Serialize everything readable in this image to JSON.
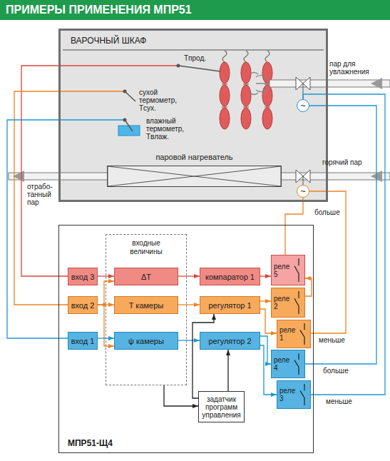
{
  "diagram": {
    "title": "ПРИМЕРЫ ПРИМЕНЕНИЯ МПР51",
    "nodes": [
      {
        "text": [
          "ВАРОЧНЫЙ ШКАФ"
        ]
      },
      {
        "text": [
          "паровой нагреватель"
        ],
        "in": 0
      },
      {
        "text": [
          "~"
        ],
        "in": 0
      },
      {
        "text": [
          "~"
        ],
        "in": 0
      },
      {
        "text": [
          "МПР51-Щ4"
        ]
      },
      {
        "text": [
          "входные величины"
        ],
        "in": 4
      },
      {
        "text": [
          "вход 3"
        ],
        "in": 4
      },
      {
        "text": [
          "вход 2"
        ],
        "in": 4
      },
      {
        "text": [
          "вход 1"
        ],
        "in": 4
      },
      {
        "text": [
          "ΔT"
        ],
        "in": 5
      },
      {
        "text": [
          "T камеры"
        ],
        "in": 5
      },
      {
        "text": [
          "ψ камеры"
        ],
        "in": 5
      },
      {
        "text": [
          "компаратор 1"
        ],
        "in": 4
      },
      {
        "text": [
          "регулятор 1"
        ],
        "in": 4
      },
      {
        "text": [
          "регулятор 2"
        ],
        "in": 4
      },
      {
        "text": [
          "реле 5"
        ],
        "in": 4
      },
      {
        "text": [
          "реле 2"
        ],
        "in": 4
      },
      {
        "text": [
          "реле 1"
        ],
        "in": 4
      },
      {
        "text": [
          "реле 4"
        ],
        "in": 4
      },
      {
        "text": [
          "реле 3"
        ],
        "in": 4
      },
      {
        "text": [
          "задатчик программ управления"
        ],
        "in": 4
      }
    ],
    "edges": [
      {
        "from": 6,
        "to": 9,
        "arrow": "to"
      },
      {
        "from": 7,
        "to": 10,
        "arrow": "to"
      },
      {
        "from": 7,
        "to": 9,
        "arrow": "to"
      },
      {
        "from": 7,
        "to": 11,
        "arrow": "to"
      },
      {
        "from": 8,
        "to": 11,
        "arrow": "to"
      },
      {
        "from": 9,
        "to": 12,
        "arrow": "to"
      },
      {
        "from": 10,
        "to": 13,
        "arrow": "to"
      },
      {
        "from": 11,
        "to": 14,
        "arrow": "to"
      },
      {
        "from": 12,
        "to": 15,
        "arrow": "to"
      },
      {
        "from": 13,
        "to": 16,
        "arrow": "to"
      },
      {
        "from": 13,
        "to": 17,
        "arrow": "to"
      },
      {
        "from": 14,
        "to": 18,
        "arrow": "to"
      },
      {
        "from": 14,
        "to": 19,
        "arrow": "to"
      },
      {
        "from": 5,
        "to": 20,
        "arrow": "to"
      },
      {
        "from": 20,
        "to": 13,
        "arrow": "to"
      },
      {
        "from": 20,
        "to": 14,
        "arrow": "to"
      },
      {
        "from": 16,
        "to": 15,
        "arrow": "to"
      },
      {
        "from": 15,
        "to": 3,
        "label": "больше",
        "arrow": "none"
      },
      {
        "from": 17,
        "to": 3,
        "label": "меньше",
        "arrow": "none"
      },
      {
        "from": 18,
        "to": 2,
        "label": "больше",
        "arrow": "none"
      },
      {
        "from": 19,
        "to": 2,
        "label": "меньше",
        "arrow": "none"
      }
    ],
    "labels": [
      "Tпрод.",
      "сухой термометр, Tсух.",
      "влажный термометр, Tвлаж.",
      "пар для увлажнения",
      "горячий пар",
      "отрабо- танный пар"
    ]
  }
}
